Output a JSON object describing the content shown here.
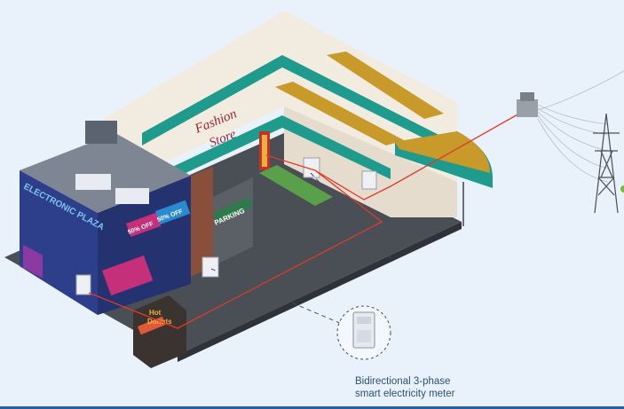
{
  "signs": {
    "fashion_store_line1": "Fashion",
    "fashion_store_line2": "Store",
    "electronic_plaza": "ELECTRONIC PLAZA",
    "sale_left": "50% OFF",
    "sale_right": "50% OFF",
    "parking": "PARKING",
    "donuts_line1": "Hot",
    "donuts_line2": "Donuts"
  },
  "meter_label": {
    "line1": "Bidirectional 3-phase",
    "line2": "smart electricity meter"
  },
  "colors": {
    "background": "#e9f2fa",
    "power_line": "#e03a2a",
    "dashed_line": "#3d4e72",
    "teal_stripe": "#1f9b8e",
    "roof_gold": "#c79a2a",
    "plaza_blue": "#2d3f8a",
    "caption_text": "#2a4f80"
  }
}
